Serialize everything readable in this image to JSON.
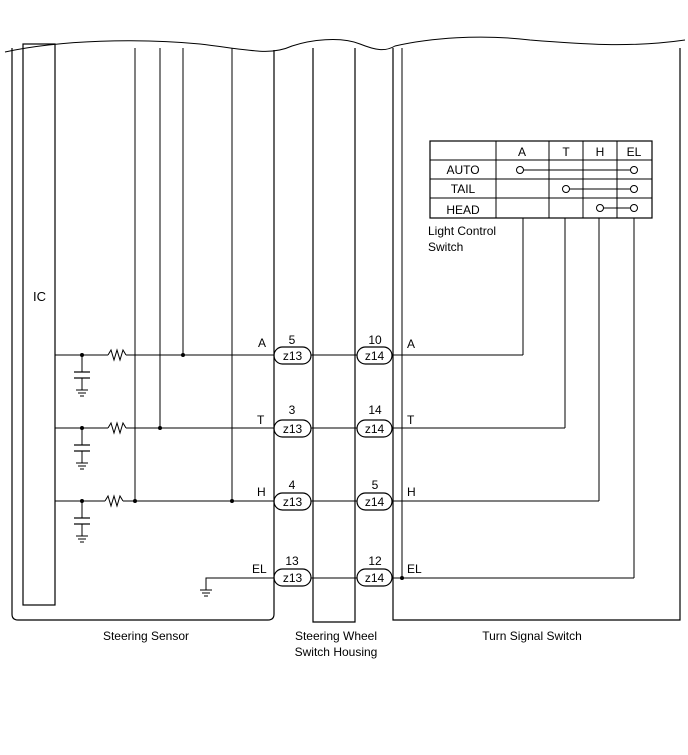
{
  "ic_label": "IC",
  "switch_table": {
    "columns": [
      "A",
      "T",
      "H",
      "EL"
    ],
    "rows": [
      "AUTO",
      "TAIL",
      "HEAD"
    ],
    "caption_line1": "Light Control",
    "caption_line2": "Switch"
  },
  "signals": [
    {
      "name": "A",
      "z13_pin": "5",
      "z14_pin": "10"
    },
    {
      "name": "T",
      "z13_pin": "3",
      "z14_pin": "14"
    },
    {
      "name": "H",
      "z13_pin": "4",
      "z14_pin": "5"
    },
    {
      "name": "EL",
      "z13_pin": "13",
      "z14_pin": "12"
    }
  ],
  "connectors": {
    "left": "z13",
    "right": "z14"
  },
  "footer": {
    "steering_sensor": "Steering Sensor",
    "housing_line1": "Steering Wheel",
    "housing_line2": "Switch Housing",
    "turn_signal_switch": "Turn Signal Switch"
  }
}
